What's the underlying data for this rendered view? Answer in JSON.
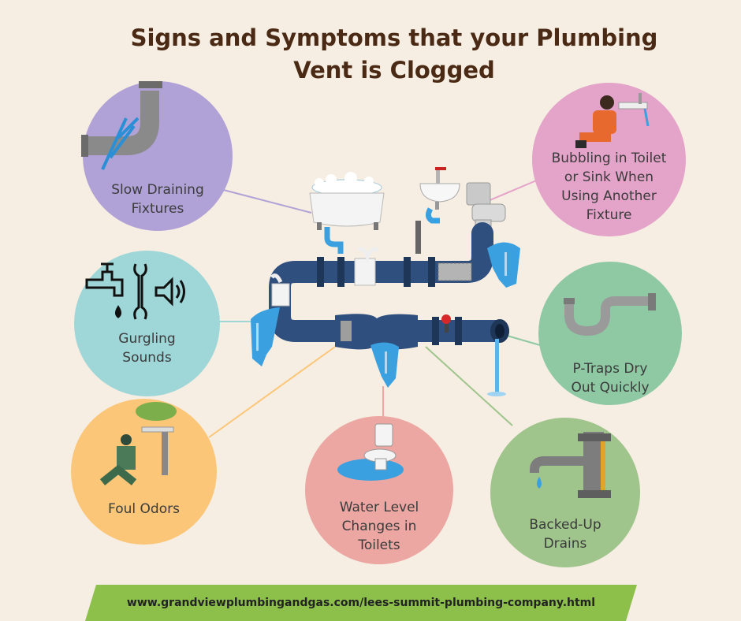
{
  "title": {
    "line1": "Signs and Symptoms that your Plumbing",
    "line2": "Vent is Clogged"
  },
  "signs": [
    {
      "lines": [
        "Slow Draining",
        "Fixtures"
      ],
      "color": "#b0a2d6",
      "icon": "burst-pipe-icon"
    },
    {
      "lines": [
        "Bubbling in Toilet",
        "or Sink When",
        "Using Another",
        "Fixture"
      ],
      "color": "#e4a4c9",
      "icon": "plumber-at-sink-icon"
    },
    {
      "lines": [
        "Gurgling",
        "Sounds"
      ],
      "color": "#9fd6d8",
      "icon": "faucet-wrench-sound-icon"
    },
    {
      "lines": [
        "P-Traps Dry",
        "Out Quickly"
      ],
      "color": "#8fc9a4",
      "icon": "p-trap-icon"
    },
    {
      "lines": [
        "Foul Odors"
      ],
      "color": "#fcc678",
      "icon": "plumber-with-plant-icon"
    },
    {
      "lines": [
        "Water Level",
        "Changes in",
        "Toilets"
      ],
      "color": "#eca7a3",
      "icon": "overflowing-toilet-icon"
    },
    {
      "lines": [
        "Backed-Up",
        "Drains"
      ],
      "color": "#9fc48c",
      "icon": "dripping-faucet-icon"
    }
  ],
  "footer": {
    "url": "www.grandviewplumbingandgas.com/lees-summit-plumbing-company.html",
    "color": "#8cc04a"
  },
  "colors": {
    "background": "#f6eee2",
    "pipe": "#2f4f7e",
    "water": "#3aa0e0",
    "title": "#4a2a14"
  }
}
